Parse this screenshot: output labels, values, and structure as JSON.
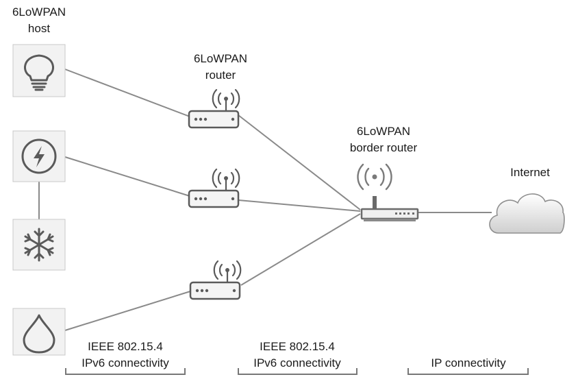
{
  "labels": {
    "host": [
      "6LoWPAN",
      "host"
    ],
    "router": [
      "6LoWPAN",
      "router"
    ],
    "border_router": [
      "6LoWPAN",
      "border router"
    ],
    "internet": "Internet"
  },
  "segments": [
    {
      "line1": "IEEE 802.15.4",
      "line2": "IPv6 connectivity"
    },
    {
      "line1": "IEEE 802.15.4",
      "line2": "IPv6 connectivity"
    },
    {
      "line1": "",
      "line2": "IP connectivity"
    }
  ],
  "hosts": [
    {
      "icon": "light-bulb-icon"
    },
    {
      "icon": "lightning-icon"
    },
    {
      "icon": "snowflake-icon"
    },
    {
      "icon": "water-drop-icon"
    }
  ],
  "routers": [
    {
      "icon": "router-icon"
    },
    {
      "icon": "router-icon"
    },
    {
      "icon": "router-icon"
    }
  ],
  "border_router": {
    "icon": "border-router-icon"
  },
  "internet": {
    "icon": "cloud-icon"
  },
  "colors": {
    "line": "#8a8a8a",
    "icon_box_bg": "#f2f2f2",
    "icon_stroke": "#5a5a5a",
    "router_body": "#f4f4f4",
    "cloud_fill": "#e8e8e8",
    "bracket": "#777777"
  }
}
